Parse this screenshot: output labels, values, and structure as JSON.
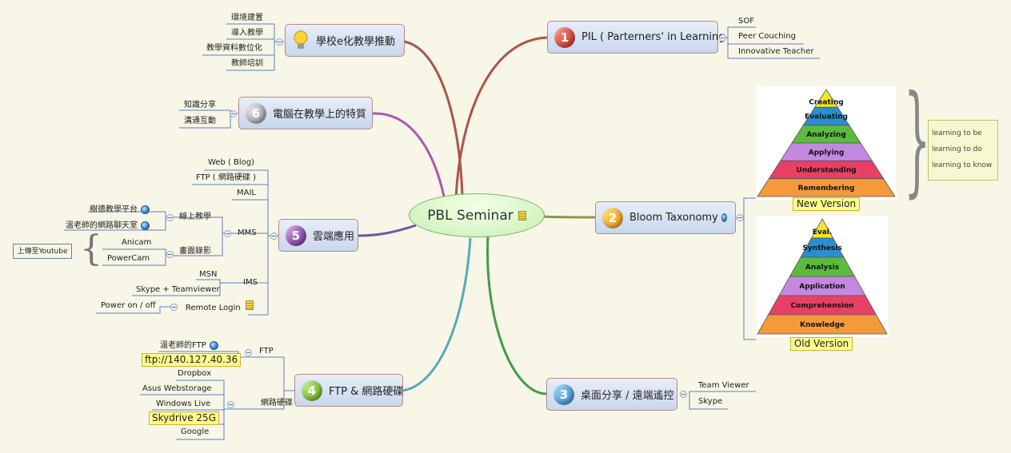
{
  "central": {
    "label": "PBL Seminar"
  },
  "node1": {
    "num": "1",
    "label": "PIL ( Parterners' in Learning",
    "children": [
      "SOF",
      "Peer Couching",
      "Innovative Teacher"
    ]
  },
  "node2": {
    "num": "2",
    "label": "Bloom Taxonomy",
    "new_pyramid": [
      "Creating",
      "Evaluating",
      "Analyzing",
      "Applying",
      "Understanding",
      "Remembering"
    ],
    "new_label": "New Version",
    "old_pyramid": [
      "Eval.",
      "Synthesis",
      "Analysis",
      "Application",
      "Comprehension",
      "Knowledge"
    ],
    "old_label": "Old Version",
    "note": [
      "learning to be",
      "learning to do",
      "learning to know"
    ]
  },
  "node3": {
    "num": "3",
    "label": "桌面分享 / 遠端遙控",
    "children": [
      "Team Viewer",
      "Skype"
    ]
  },
  "node4": {
    "num": "4",
    "label": "FTP & 網路硬碟",
    "ftp": {
      "label": "FTP",
      "teacher_ftp": "溫老師的FTP",
      "address": "ftp://140.127.40.36"
    },
    "disk": {
      "label": "網路硬碟",
      "items": [
        "Dropbox",
        "Asus Webstorage",
        "Windows Live",
        "Skydrive 25G",
        "Google"
      ]
    }
  },
  "node5": {
    "num": "5",
    "label": "雲端應用",
    "web": "Web ( Blog)",
    "ftp": "FTP ( 網路硬碟 )",
    "mail": "MAIL",
    "mms": {
      "label": "MMS",
      "online": {
        "label": "線上教學",
        "items": [
          "樹德教學平台",
          "溫老師的網路聊天室"
        ]
      },
      "record": {
        "label": "畫面錄影",
        "items": [
          "Anicam",
          "PowerCam"
        ],
        "note": "上傳至Youtube"
      }
    },
    "ims": {
      "label": "IMS",
      "items": [
        "MSN",
        "Skype + Teamviewer"
      ]
    },
    "remote": {
      "label": "Remote Login",
      "item": "Power on / off"
    }
  },
  "node6": {
    "num": "6",
    "label": "電腦在教學上的特質",
    "children": [
      "知識分享",
      "溝通互動"
    ]
  },
  "node7": {
    "label": "學校e化教學推動",
    "children": [
      "環境建置",
      "導入教學",
      "教學資料數位化",
      "教師培訓"
    ]
  },
  "colors": {
    "branch1": "#a8554b",
    "branch2": "#8c9a40",
    "branch3": "#3f9e4a",
    "branch4": "#5aa8b8",
    "branch5": "#6a5aa8",
    "branch6": "#a85ab0",
    "branch7": "#a8554b"
  }
}
